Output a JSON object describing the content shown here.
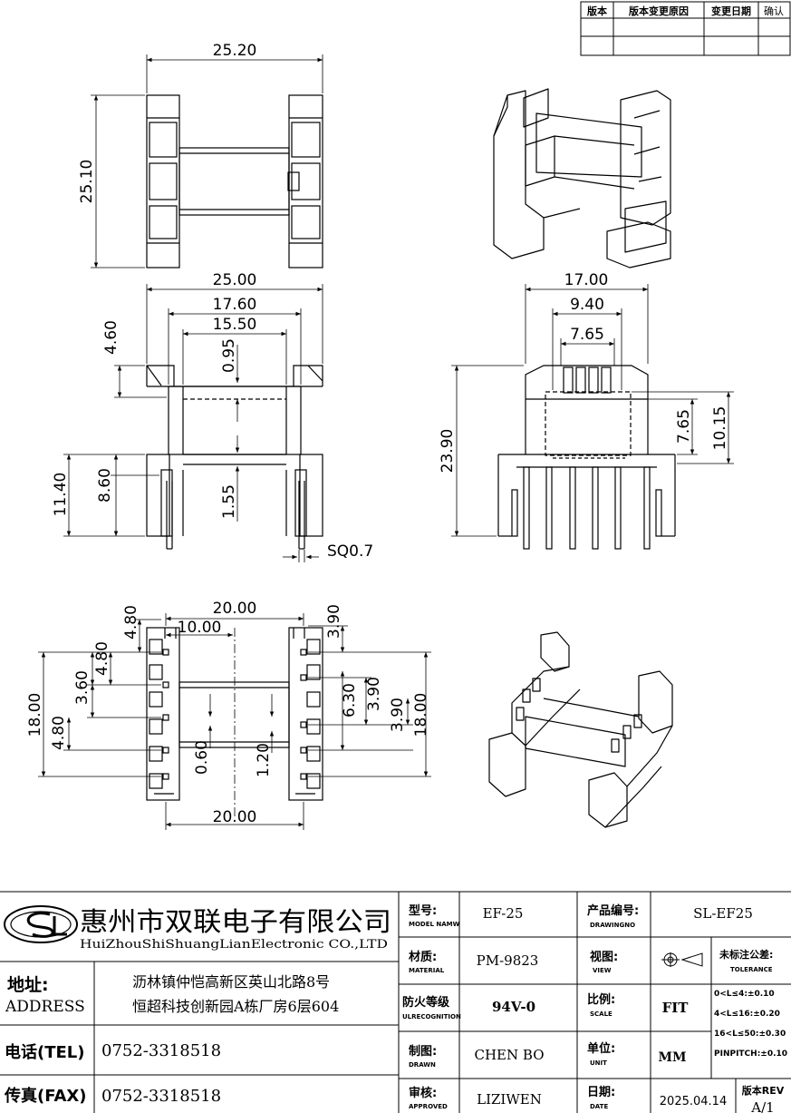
{
  "revision_table": {
    "headers": [
      "版本",
      "版本变更原因",
      "变更日期",
      "确认"
    ]
  },
  "dimensions": {
    "top": {
      "width": "25.20",
      "height": "25.10"
    },
    "front": {
      "overall": "25.00",
      "inner": "17.60",
      "core": "15.50",
      "flange": "4.60",
      "wall": "0.95",
      "pin_zone": "11.40",
      "pin_len": "8.60",
      "pin_gap": "1.55",
      "pin_sq": "SQ0.7"
    },
    "side": {
      "w": "17.00",
      "inner": "9.40",
      "core": "7.65",
      "height": "23.90",
      "win": "7.65",
      "win_total": "10.15"
    },
    "bottom": {
      "top_w": "20.00",
      "half": "10.00",
      "bottom_w": "20.00",
      "l_pitch_a": "4.80",
      "l_pitch_b": "4.80",
      "l_inner": "3.60",
      "l_pitch_c": "4.80",
      "l_total": "18.00",
      "r_top": "3.90",
      "r_inner": "6.30",
      "r_mid": "3.90",
      "r_low": "3.90",
      "r_total": "18.00",
      "c_a": "0.60",
      "c_b": "1.20"
    }
  },
  "title_block": {
    "company_cn": "惠州市双联电子有限公司",
    "company_en": "HuiZhouShiShuangLianElectronic CO.,LTD",
    "address_label_cn": "地址:",
    "address_label_en": "ADDRESS",
    "address_line1": "沥林镇仲恺高新区英山北路8号",
    "address_line2": "恒超科技创新园A栋厂房6层604",
    "tel_label": "电话(TEL)",
    "tel_value": "0752-3318518",
    "fax_label": "传真(FAX)",
    "fax_value": "0752-3318518",
    "model_label_cn": "型号:",
    "model_label_en": "MODEL NAMW",
    "model_value": "EF-25",
    "drawingno_label_cn": "产品编号:",
    "drawingno_label_en": "DRAWINGNO",
    "drawingno_value": "SL-EF25",
    "material_label_cn": "材质:",
    "material_label_en": "MATERIAL",
    "material_value": "PM-9823",
    "view_label_cn": "视图:",
    "view_label_en": "VIEW",
    "ul_label_cn": "防火等级",
    "ul_label_en": "ULRECOGNITION",
    "ul_value": "94V-0",
    "scale_label_cn": "比例:",
    "scale_label_en": "SCALE",
    "scale_value": "FIT",
    "drawn_label_cn": "制图:",
    "drawn_label_en": "DRAWN",
    "drawn_value": "CHEN BO",
    "unit_label_cn": "单位:",
    "unit_label_en": "UNIT",
    "unit_value": "MM",
    "approved_label_cn": "审核:",
    "approved_label_en": "APPROVED",
    "approved_value": "LIZIWEN",
    "date_label_cn": "日期:",
    "date_label_en": "DATE",
    "date_value": "2025.04.14",
    "rev_label": "版本REV",
    "rev_value": "A/1",
    "tolerance_title_cn": "未标注公差:",
    "tolerance_title_en": "TOLERANCE",
    "tolerance_1": "0<L≤4:±0.10",
    "tolerance_2": "4<L≤16:±0.20",
    "tolerance_3": "16<L≤50:±0.30",
    "tolerance_4": "PINPITCH:±0.10"
  }
}
